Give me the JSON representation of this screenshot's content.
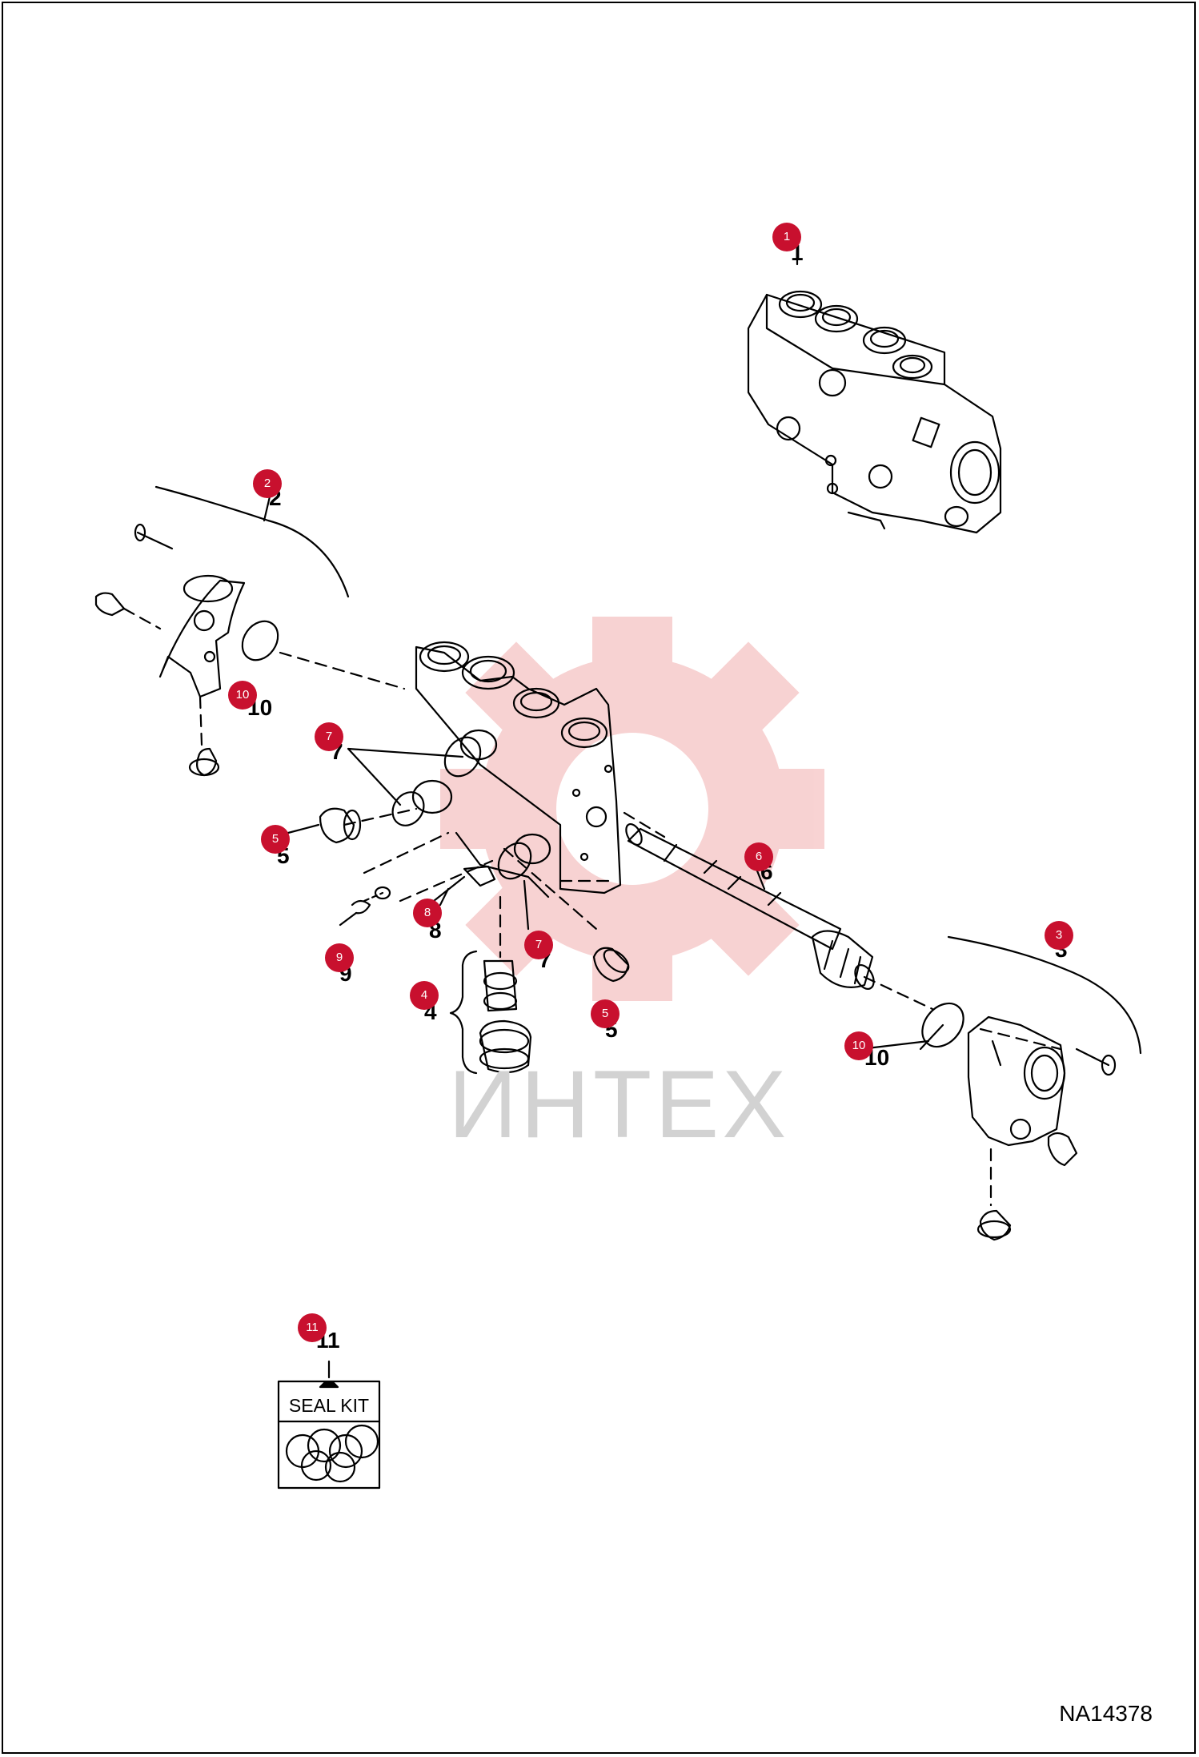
{
  "drawing_id": "NA14378",
  "watermark_text": "ИНТЕХ",
  "seal_kit": {
    "title": "SEAL KIT"
  },
  "colors": {
    "callout": "#c8102e",
    "line": "#000000",
    "watermark_gear": "#f6c8c8",
    "watermark_text": "#d2d2d2"
  },
  "callouts": [
    {
      "id": "c1",
      "number": "1"
    },
    {
      "id": "c2",
      "number": "2"
    },
    {
      "id": "c3",
      "number": "3"
    },
    {
      "id": "c4",
      "number": "4"
    },
    {
      "id": "c5a",
      "number": "5"
    },
    {
      "id": "c5b",
      "number": "5"
    },
    {
      "id": "c6",
      "number": "6"
    },
    {
      "id": "c7a",
      "number": "7"
    },
    {
      "id": "c7b",
      "number": "7"
    },
    {
      "id": "c8",
      "number": "8"
    },
    {
      "id": "c9",
      "number": "9"
    },
    {
      "id": "c10a",
      "number": "10"
    },
    {
      "id": "c10b",
      "number": "10"
    },
    {
      "id": "c11",
      "number": "11"
    }
  ],
  "part_labels": [
    {
      "id": "l1",
      "text": "1"
    },
    {
      "id": "l2",
      "text": "2"
    },
    {
      "id": "l3",
      "text": "3"
    },
    {
      "id": "l4",
      "text": "4"
    },
    {
      "id": "l5a",
      "text": "5"
    },
    {
      "id": "l5b",
      "text": "5"
    },
    {
      "id": "l6",
      "text": "6"
    },
    {
      "id": "l7a",
      "text": "7"
    },
    {
      "id": "l7b",
      "text": "7"
    },
    {
      "id": "l8",
      "text": "8"
    },
    {
      "id": "l9",
      "text": "9"
    },
    {
      "id": "l10a",
      "text": "10"
    },
    {
      "id": "l10b",
      "text": "10"
    },
    {
      "id": "l11",
      "text": "11"
    }
  ]
}
